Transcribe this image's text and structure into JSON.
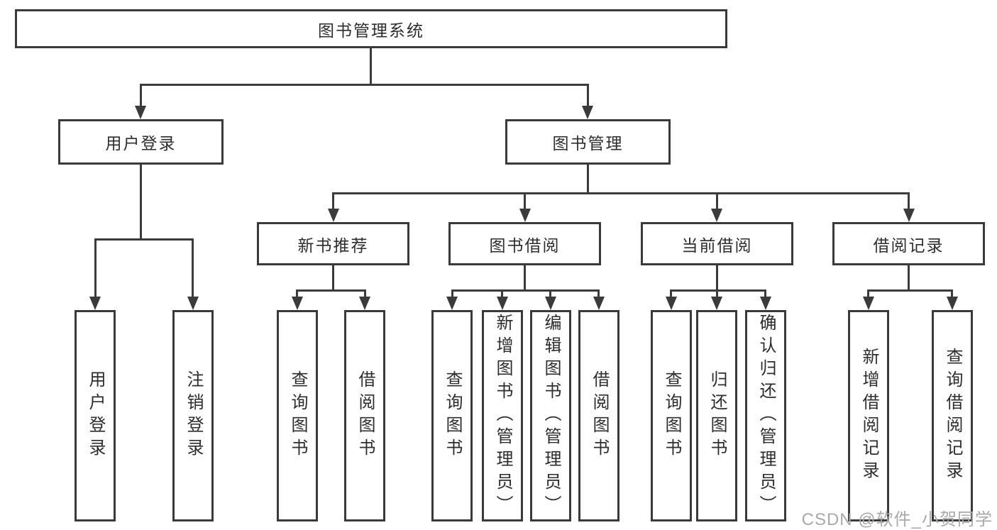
{
  "diagram_type": "hierarchy-tree",
  "tree": {
    "root": {
      "label": "图书管理系统"
    },
    "user_login": {
      "label": "用户登录",
      "children": [
        {
          "label": "用户登录"
        },
        {
          "label": "注销登录"
        }
      ]
    },
    "book_management": {
      "label": "图书管理"
    },
    "new_book": {
      "label": "新书推荐",
      "children": [
        {
          "label": "查询图书"
        },
        {
          "label": "借阅图书"
        }
      ]
    },
    "borrow": {
      "label": "图书借阅",
      "children": [
        {
          "label": "查询图书"
        },
        {
          "label": "新增图书（管理员）"
        },
        {
          "label": "编辑图书（管理员）"
        },
        {
          "label": "借阅图书"
        }
      ]
    },
    "current": {
      "label": "当前借阅",
      "children": [
        {
          "label": "查询图书"
        },
        {
          "label": "归还图书"
        },
        {
          "label": "确认归还（管理员）"
        }
      ]
    },
    "records": {
      "label": "借阅记录",
      "children": [
        {
          "label": "新增借阅记录"
        },
        {
          "label": "查询借阅记录"
        }
      ]
    }
  },
  "watermark": {
    "text": "CSDN @软件_小贺同学"
  },
  "colors": {
    "line": "#3b3b3b",
    "border": "#3a3a3a",
    "text": "#2d2d2d",
    "watermark": "#a9a9a9",
    "background": "#ffffff"
  }
}
